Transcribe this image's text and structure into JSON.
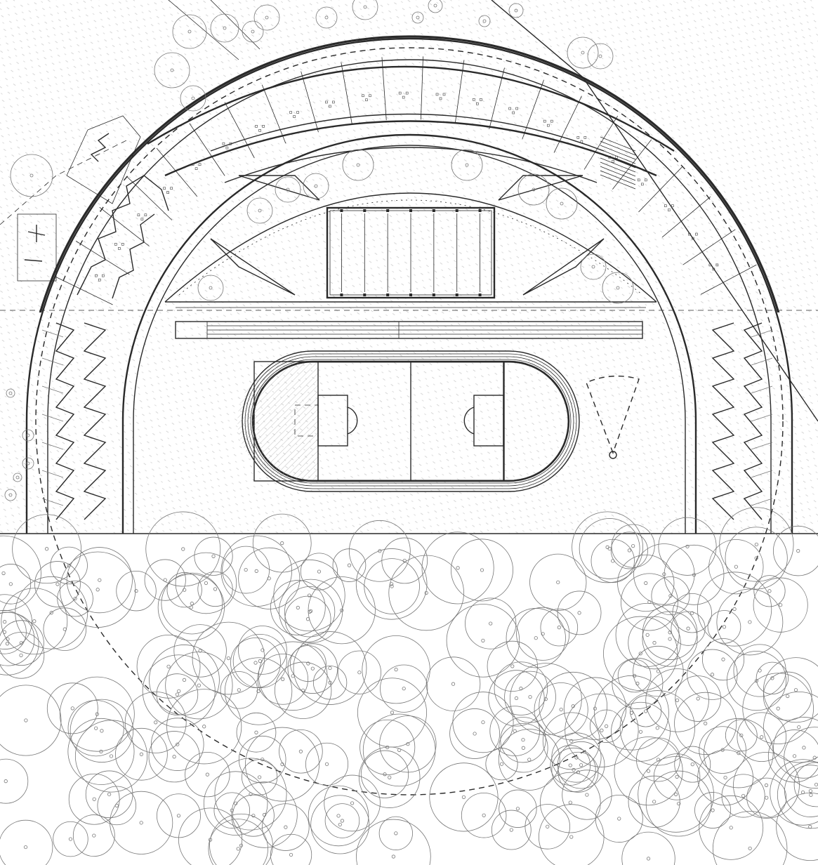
{
  "drawing": {
    "kind": "site-plan",
    "colors": {
      "linework": "#2a2a2a",
      "secondary": "#777777",
      "ground_hatch": "#bdbdbd",
      "fill_grey": "#e6e6e6",
      "background": "#ffffff"
    },
    "tree_count": 260,
    "running_track_lanes": 4,
    "basketball_court_strips": 7
  }
}
